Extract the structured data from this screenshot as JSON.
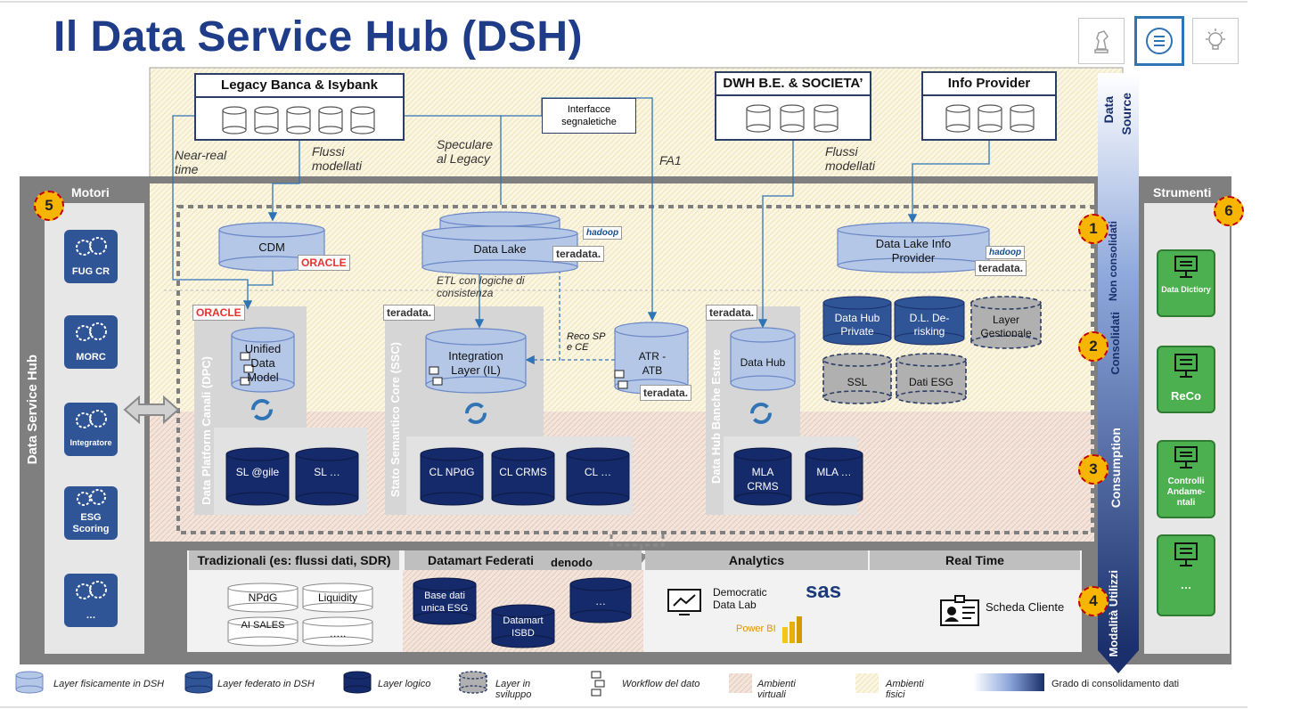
{
  "title": "Il Data Service Hub (DSH)",
  "sources": {
    "legacy": "Legacy Banca & Isybank",
    "dwh": "DWH B.E. & SOCIETA’",
    "info": "Info Provider",
    "interfacce": "Interfacce segnaletiche",
    "near_real": "Near-real time",
    "flussi1": "Flussi modellati",
    "speculare": "Speculare al Legacy",
    "fa1": "FA1",
    "flussi2": "Flussi modellati",
    "label_data": "Data",
    "label_source": "Source"
  },
  "motori": {
    "title": "Motori",
    "badge": "5",
    "side_label": "Data Service Hub",
    "items": [
      "FUG CR",
      "MORC",
      "Integratore",
      "ESG Scoring",
      "…"
    ]
  },
  "strumenti": {
    "title": "Strumenti",
    "badge": "6",
    "items": [
      "Data Dictiory",
      "ReCo",
      "Controlli Andame-ntali",
      "…"
    ]
  },
  "layers": {
    "non_consolidati": "Non consolidati",
    "consolidati": "Consolidati",
    "consumption": "Consumption",
    "utilizzi": "Modalità Utilizzi",
    "b1": "1",
    "b2": "2",
    "b3": "3",
    "b4": "4"
  },
  "nodes": {
    "cdm": "CDM",
    "datalake": "Data Lake",
    "dl_info": "Data Lake Info Provider",
    "etl": "ETL con logiche di consistenza",
    "reco": "Reco SP e CE",
    "udm": "Unified Data Model",
    "il": "Integration Layer (IL)",
    "atr": "ATR - ATB",
    "datahub": "Data Hub",
    "dh_private": "Data Hub Private",
    "dl_derisk": "D.L. De-risking",
    "layer_gest": "Layer Gestionale",
    "ssl": "SSL",
    "dati_esg": "Dati ESG",
    "dpc": "Data Platform Canali (DPC)",
    "ssc": "Stato Semantico Core (SSC)",
    "dhbe": "Data Hub Banche Estere",
    "sl1": "SL @gile",
    "sl2": "SL …",
    "cl1": "CL NPdG",
    "cl2": "CL CRMS",
    "cl3": "CL …",
    "mla1": "MLA CRMS",
    "mla2": "MLA …"
  },
  "brands": {
    "oracle": "ORACLE",
    "teradata": "teradata.",
    "hadoop": "hadoop",
    "denodo": "denodo",
    "sas": "sas",
    "powerbi": "Power BI"
  },
  "bottom": {
    "tradizionali": "Tradizionali (es: flussi dati, SDR)",
    "datamart": "Datamart Federati",
    "analytics": "Analytics",
    "realtime": "Real Time",
    "trad_items": [
      "NPdG",
      "Liquidity",
      "AI SALES",
      "….."
    ],
    "dm_items": [
      "Base dati unica ESG",
      "Datamart ISBD",
      "…"
    ],
    "ddl": "Democratic Data Lab",
    "scheda": "Scheda Cliente"
  },
  "legend": {
    "fisico": "Layer fisicamente in DSH",
    "federato": "Layer federato in DSH",
    "logico": "Layer logico",
    "sviluppo": "Layer in sviluppo",
    "workflow": "Workflow del dato",
    "virtuali": "Ambienti virtuali",
    "fisici": "Ambienti fisici",
    "grado": "Grado di consolidamento dati"
  }
}
